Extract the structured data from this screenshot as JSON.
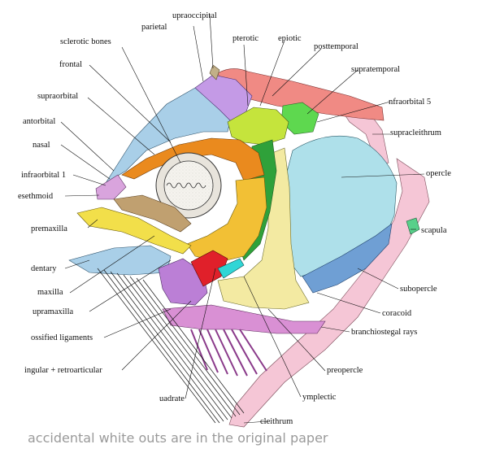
{
  "labels": {
    "supraoccipital": "upraoccipital",
    "parietal": "parietal",
    "pterotic": "pterotic",
    "epiotic": "epiotic",
    "posttemporal": "posttemporal",
    "supratemporal": "supratemporal",
    "infraorbital5": "nfraorbital 5",
    "supracleithrum": "supracleithrum",
    "opercle": "opercle",
    "scapula": "scapula",
    "subopercle": "subopercle",
    "coracoid": "coracoid",
    "branchiostegal": "branchiostegal rays",
    "preopercle": "preopercle",
    "symplectic": "ymplectic",
    "cleithrum": "cleithrum",
    "quadrate": "uadrate",
    "angular": "ingular + retroarticular",
    "ossified": "ossified ligaments",
    "supramaxilla": "upramaxilla",
    "maxilla": "maxilla",
    "dentary": "dentary",
    "premaxilla": "premaxilla",
    "mesethmoid": "esethmoid",
    "infraorbital1": "infraorbital 1",
    "nasal": "nasal",
    "antorbital": "antorbital",
    "supraorbital": "supraorbital",
    "frontal": "frontal",
    "sclerotic": "sclerotic bones"
  },
  "caption": "accidental white outs are in the original paper",
  "colors": {
    "frontal": "#a9cfe8",
    "parietal": "#c49ae6",
    "supraoccipital": "#c2b088",
    "posttemporal": "#f08a84",
    "supratemporal": "#5ed84f",
    "pterotic_epiotic": "#c5e43c",
    "infraorbital": "#ea8a1e",
    "infraorbital_lower": "#f2c035",
    "opercle": "#aee0ea",
    "subopercle": "#6f9fd4",
    "preopercle": "#f3eaa2",
    "cleithrum": "#f5c6d6",
    "branchiostegal": "#d990d4",
    "interopercle": "#bb7fd6",
    "quadrate": "#e0202a",
    "symplectic": "#30d6d6",
    "hyomandibula": "#2fa13a",
    "dentary": "#a9cfe8",
    "maxilla": "#c0a070",
    "premaxilla": "#f2df4a",
    "mesethmoid": "#d9a4dd",
    "scapula": "#58d08a"
  }
}
